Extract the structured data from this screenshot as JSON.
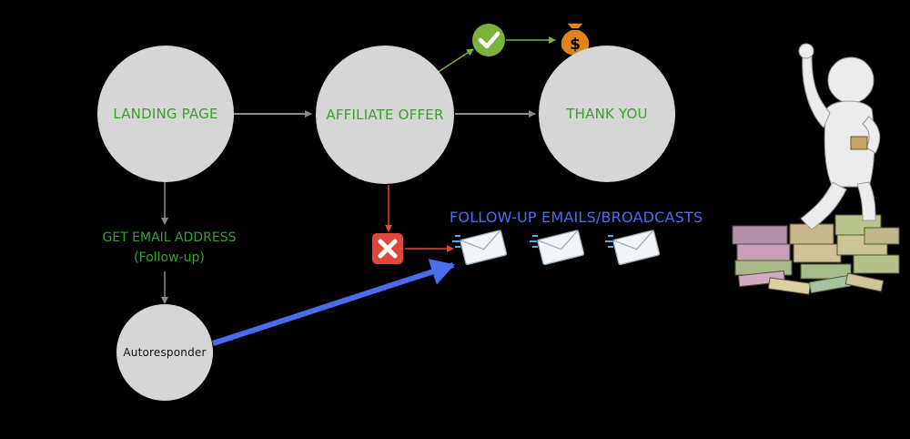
{
  "nodes": {
    "landing": "LANDING PAGE",
    "affiliate": "AFFILIATE OFFER",
    "thankyou": "THANK YOU",
    "autoresponder": "Autoresponder"
  },
  "labels": {
    "get_email_line1": "GET EMAIL ADDRESS",
    "get_email_line2": "(Follow-up)",
    "broadcasts": "FOLLOW-UP EMAILS/BROADCASTS"
  },
  "icons": {
    "success": "check-icon",
    "money": "money-bag-icon",
    "failure": "x-mark-icon",
    "email": "envelope-icon",
    "figure": "celebrating-figure-illustration"
  },
  "colors": {
    "background": "#000000",
    "node_fill": "#d6d6d6",
    "node_text": "#3aa02a",
    "connector": "#8a8a8a",
    "success_green": "#7bb23a",
    "failure_red": "#e0463a",
    "broadcast_blue": "#4b6cf0",
    "money_orange": "#e0841a"
  }
}
